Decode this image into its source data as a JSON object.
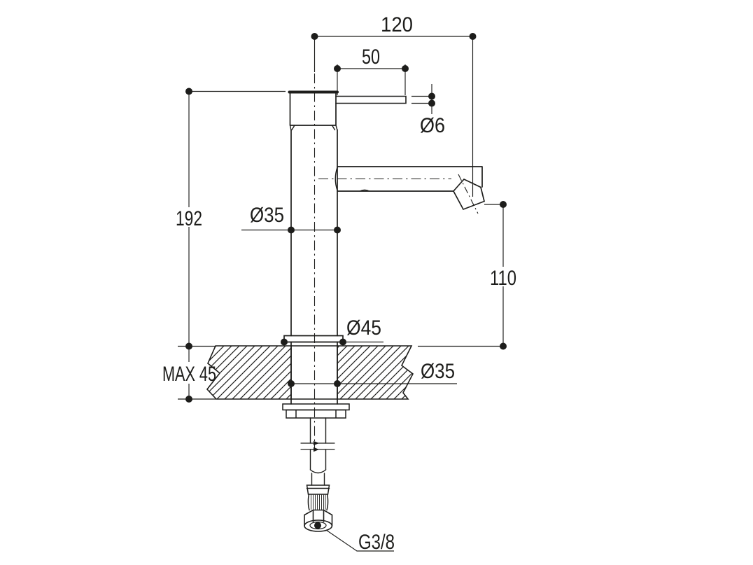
{
  "drawing": {
    "colors": {
      "line": "#1d1d1b",
      "background": "#ffffff"
    },
    "labels": {
      "spout_reach": "120",
      "lever_length": "50",
      "lever_diameter": "Ø6",
      "total_height": "192",
      "body_diameter": "Ø35",
      "spout_height": "110",
      "base_diameter": "Ø45",
      "max_deck_thickness": "MAX 45",
      "hole_diameter": "Ø35",
      "inlet_thread": "G3/8"
    }
  }
}
